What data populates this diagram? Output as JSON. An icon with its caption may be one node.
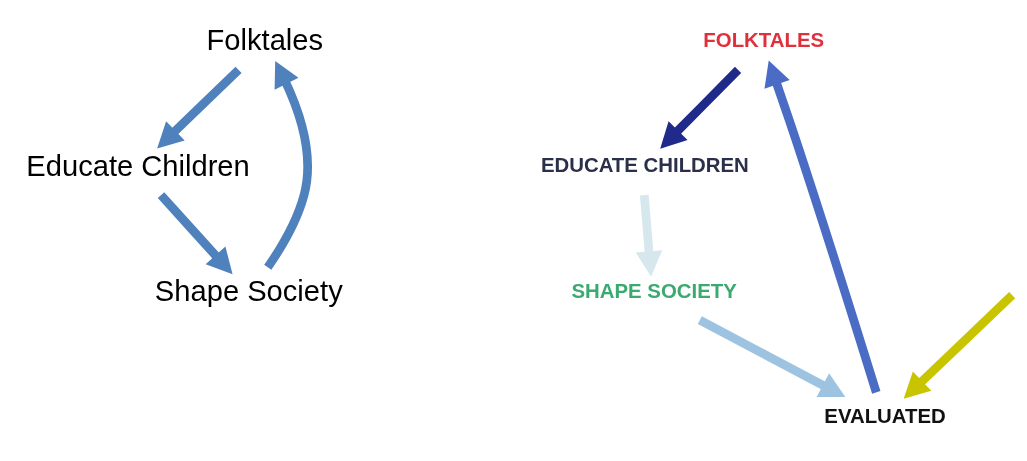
{
  "diagram": {
    "nodes": [
      {
        "text": [
          "Folktales"
        ]
      },
      {
        "text": [
          "Educate Children"
        ]
      },
      {
        "text": [
          "Shape Society"
        ]
      },
      {
        "text": [
          "FOLKTALES"
        ]
      },
      {
        "text": [
          "EDUCATE CHILDREN"
        ]
      },
      {
        "text": [
          "SHAPE SOCIETY"
        ]
      },
      {
        "text": [
          "EVALUATED"
        ]
      }
    ],
    "edges": [
      {
        "from": 0,
        "to": 1,
        "arrow": "to"
      },
      {
        "from": 1,
        "to": 2,
        "arrow": "to"
      },
      {
        "from": 2,
        "to": 0,
        "arrow": "to"
      },
      {
        "from": 3,
        "to": 4,
        "arrow": "to",
        "color": "#1f2a8a"
      },
      {
        "from": 4,
        "to": 5,
        "arrow": "to",
        "color": "#d6e8ee"
      },
      {
        "from": 5,
        "to": 6,
        "arrow": "to",
        "color": "#9dc3e0"
      },
      {
        "from": 6,
        "to": 3,
        "arrow": "to",
        "color": "#4a6cc4"
      },
      {
        "from": null,
        "to": 6,
        "arrow": "to",
        "color": "#c8c400"
      }
    ]
  }
}
